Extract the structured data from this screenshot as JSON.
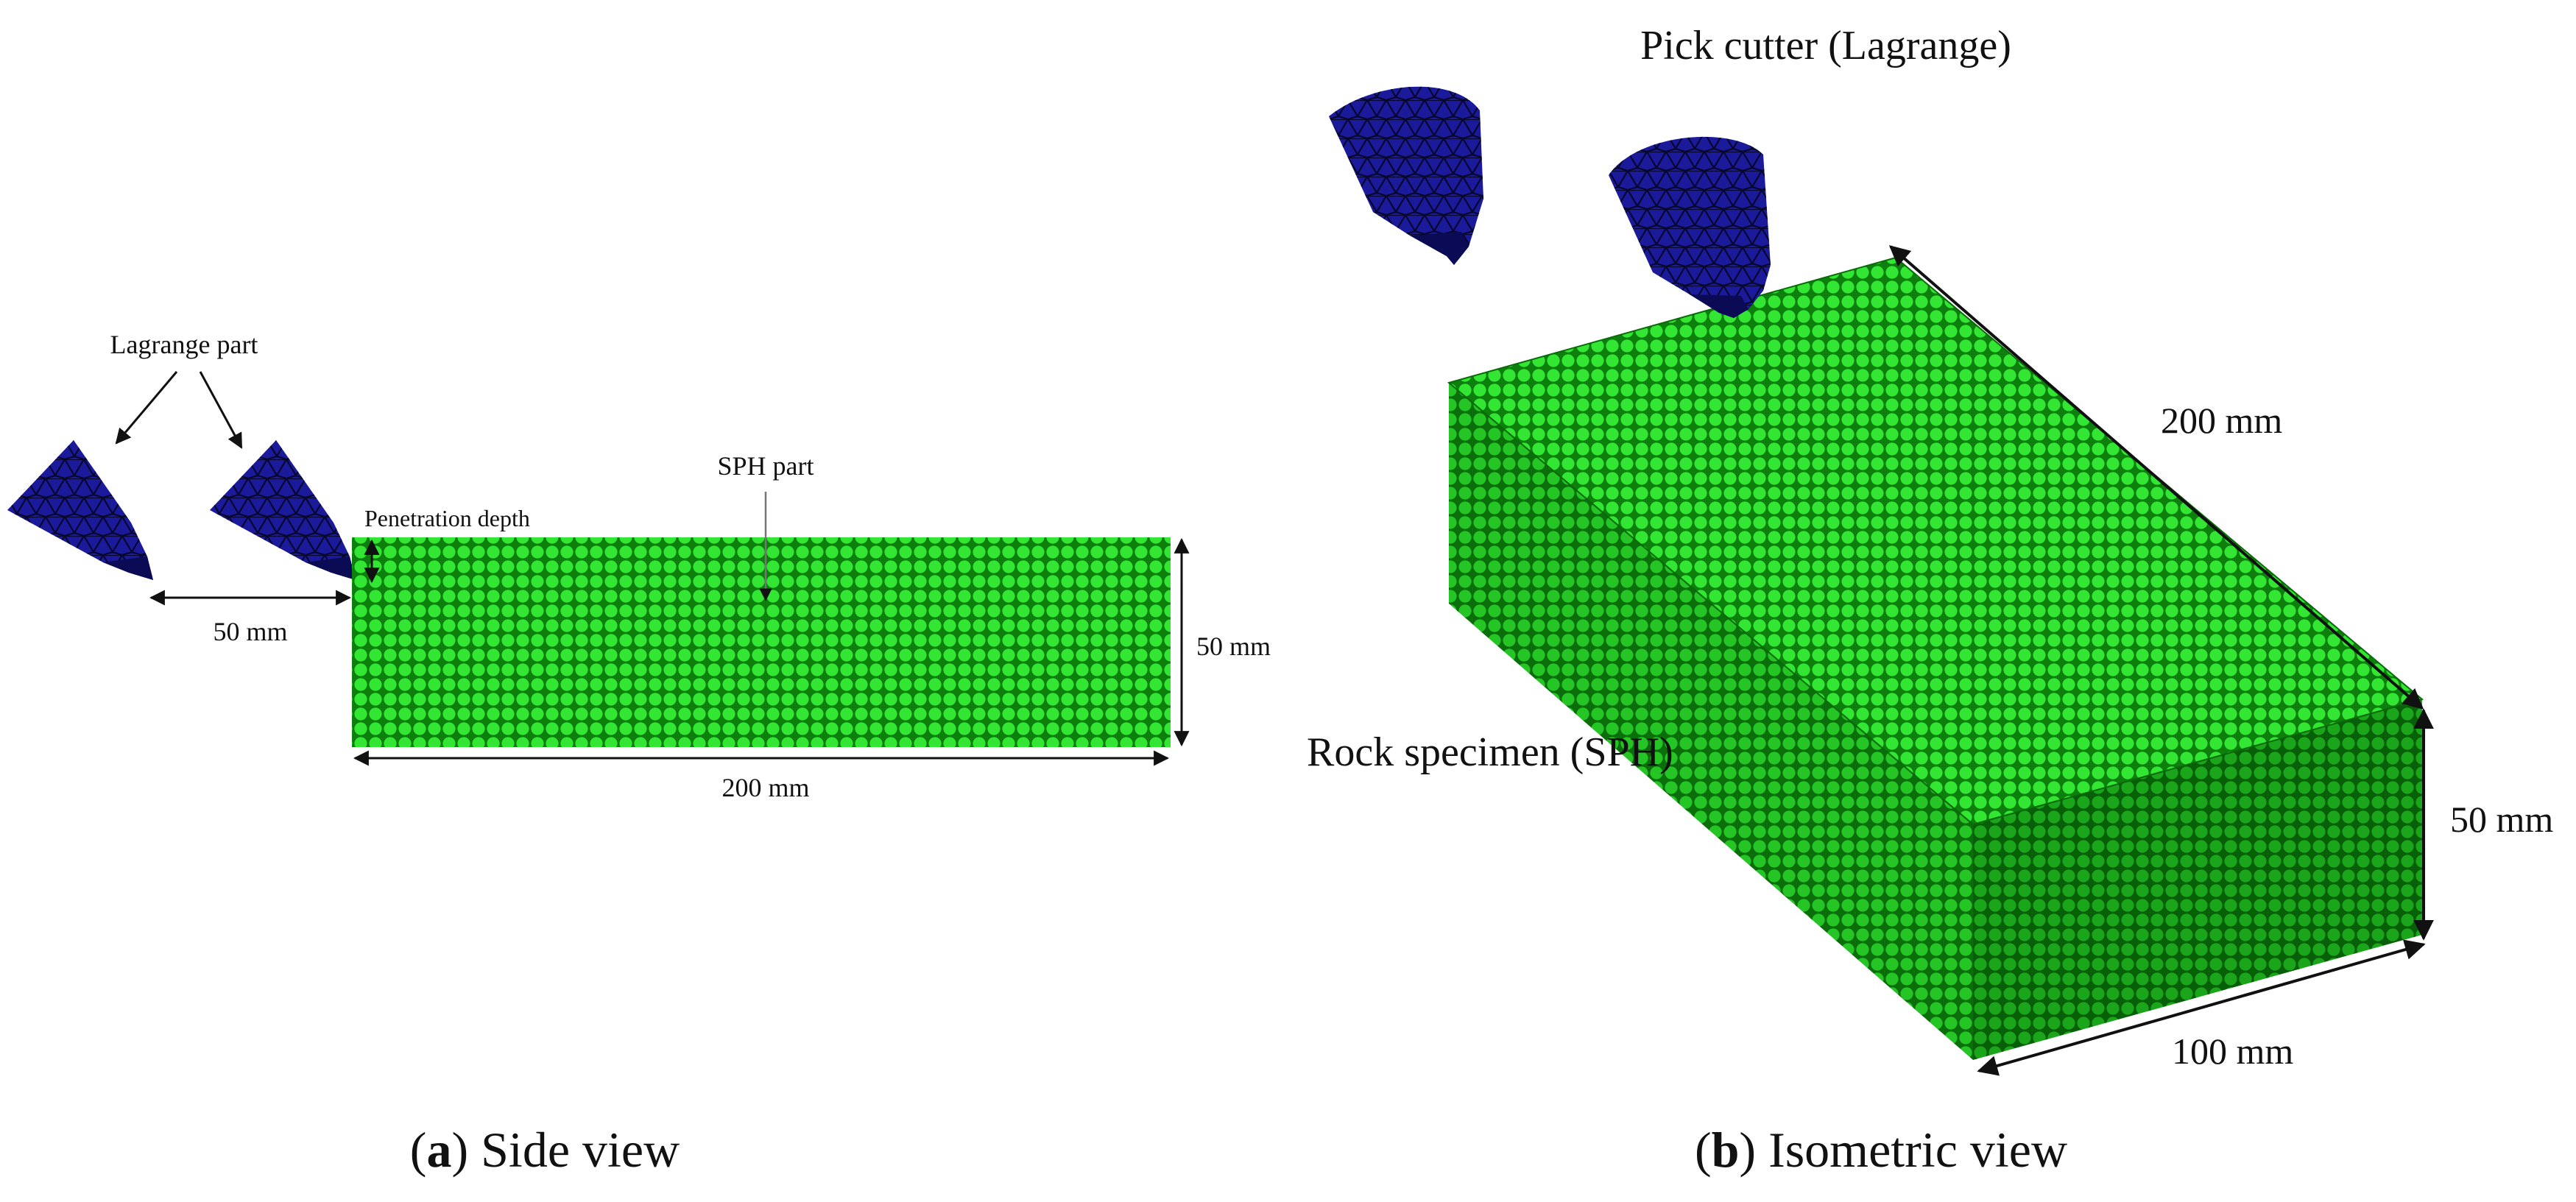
{
  "colors": {
    "background": "#ffffff",
    "sph_particle": "#1fd11f",
    "sph_particle_dark": "#0a8a0a",
    "sph_top": "#22c322",
    "sph_left": "#12a012",
    "sph_right": "#0f8f0f",
    "cutter": "#1a1a9a",
    "cutter_dark": "#0b0b55",
    "cutter_mesh": "#06062e",
    "annotation": "#111111"
  },
  "side_view": {
    "lagrange_label": "Lagrange part",
    "penetration_label": "Penetration depth",
    "sph_label": "SPH part",
    "offset_label": "50 mm",
    "height_label": "50 mm",
    "width_label": "200 mm",
    "caption_letter": "a",
    "caption_text": "Side view"
  },
  "isometric_view": {
    "cutter_label": "Pick cutter (Lagrange)",
    "rock_label": "Rock specimen (SPH)",
    "length_label": "200 mm",
    "height_label": "50 mm",
    "depth_label": "100 mm",
    "caption_letter": "b",
    "caption_text": "Isometric view"
  }
}
